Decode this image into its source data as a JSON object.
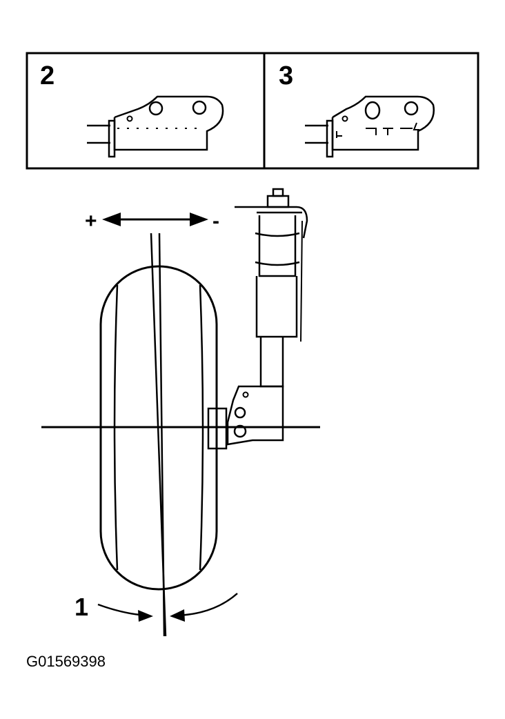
{
  "labels": {
    "callout_1": "1",
    "callout_2": "2",
    "callout_3": "3",
    "plus": "+",
    "minus": "-"
  },
  "figure_code": "G01569398"
}
